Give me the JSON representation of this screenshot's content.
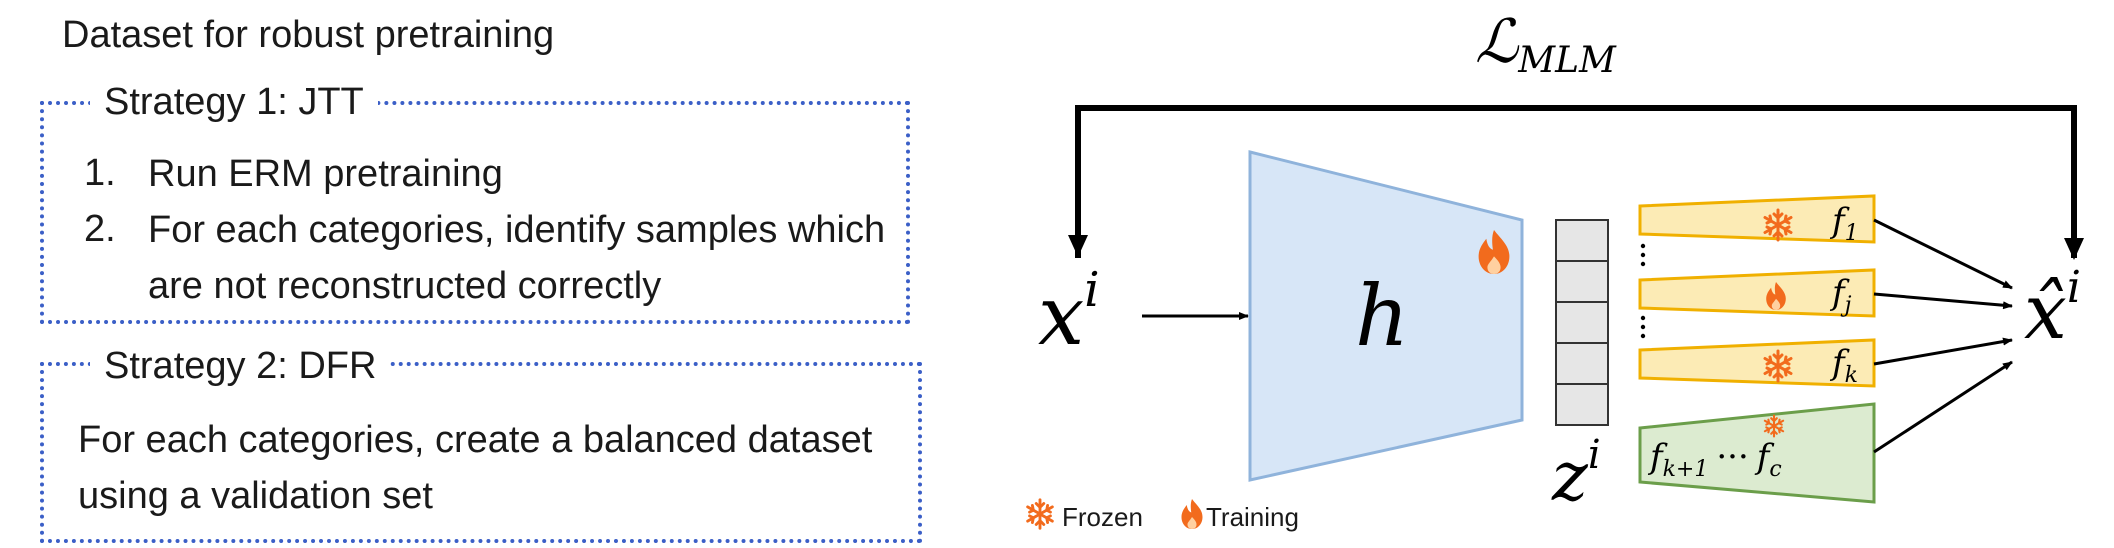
{
  "left_panel": {
    "title": "Dataset for robust pretraining",
    "strategy1": {
      "label": "Strategy 1: JTT",
      "steps": [
        {
          "num": "1.",
          "text": "Run ERM pretraining"
        },
        {
          "num": "2.",
          "text": "For each categories, identify samples which are not reconstructed correctly"
        }
      ]
    },
    "strategy2": {
      "label": "Strategy 2: DFR",
      "text": "For each categories, create a balanced dataset using a validation set"
    }
  },
  "diagram": {
    "loss_label": "ℒ",
    "loss_subscript": "MLM",
    "input_label": "x",
    "input_sup": "i",
    "encoder_label": "h",
    "latent_label": "z",
    "latent_sup": "i",
    "output_label": "x̂",
    "output_sup": "i",
    "heads": [
      {
        "name": "f",
        "sub": "1",
        "status": "frozen"
      },
      {
        "name": "f",
        "sub": "j",
        "status": "training"
      },
      {
        "name": "f",
        "sub": "k",
        "status": "frozen"
      }
    ],
    "group_head": {
      "first": "f",
      "first_sub": "k+1",
      "dots": "···",
      "last": "f",
      "last_sub": "c",
      "status": "frozen"
    },
    "legend": {
      "frozen_label": "Frozen",
      "training_label": "Training"
    },
    "colors": {
      "encoder_fill": "#d7e6f7",
      "encoder_stroke": "#8fb3db",
      "head_fill": "#fcebb5",
      "head_stroke": "#f0b000",
      "group_fill": "#dcebd0",
      "group_stroke": "#6b9e4a",
      "icon_orange": "#f26b1d",
      "latent_fill": "#e6e6e6",
      "border_blue": "#3b5fc7"
    }
  }
}
